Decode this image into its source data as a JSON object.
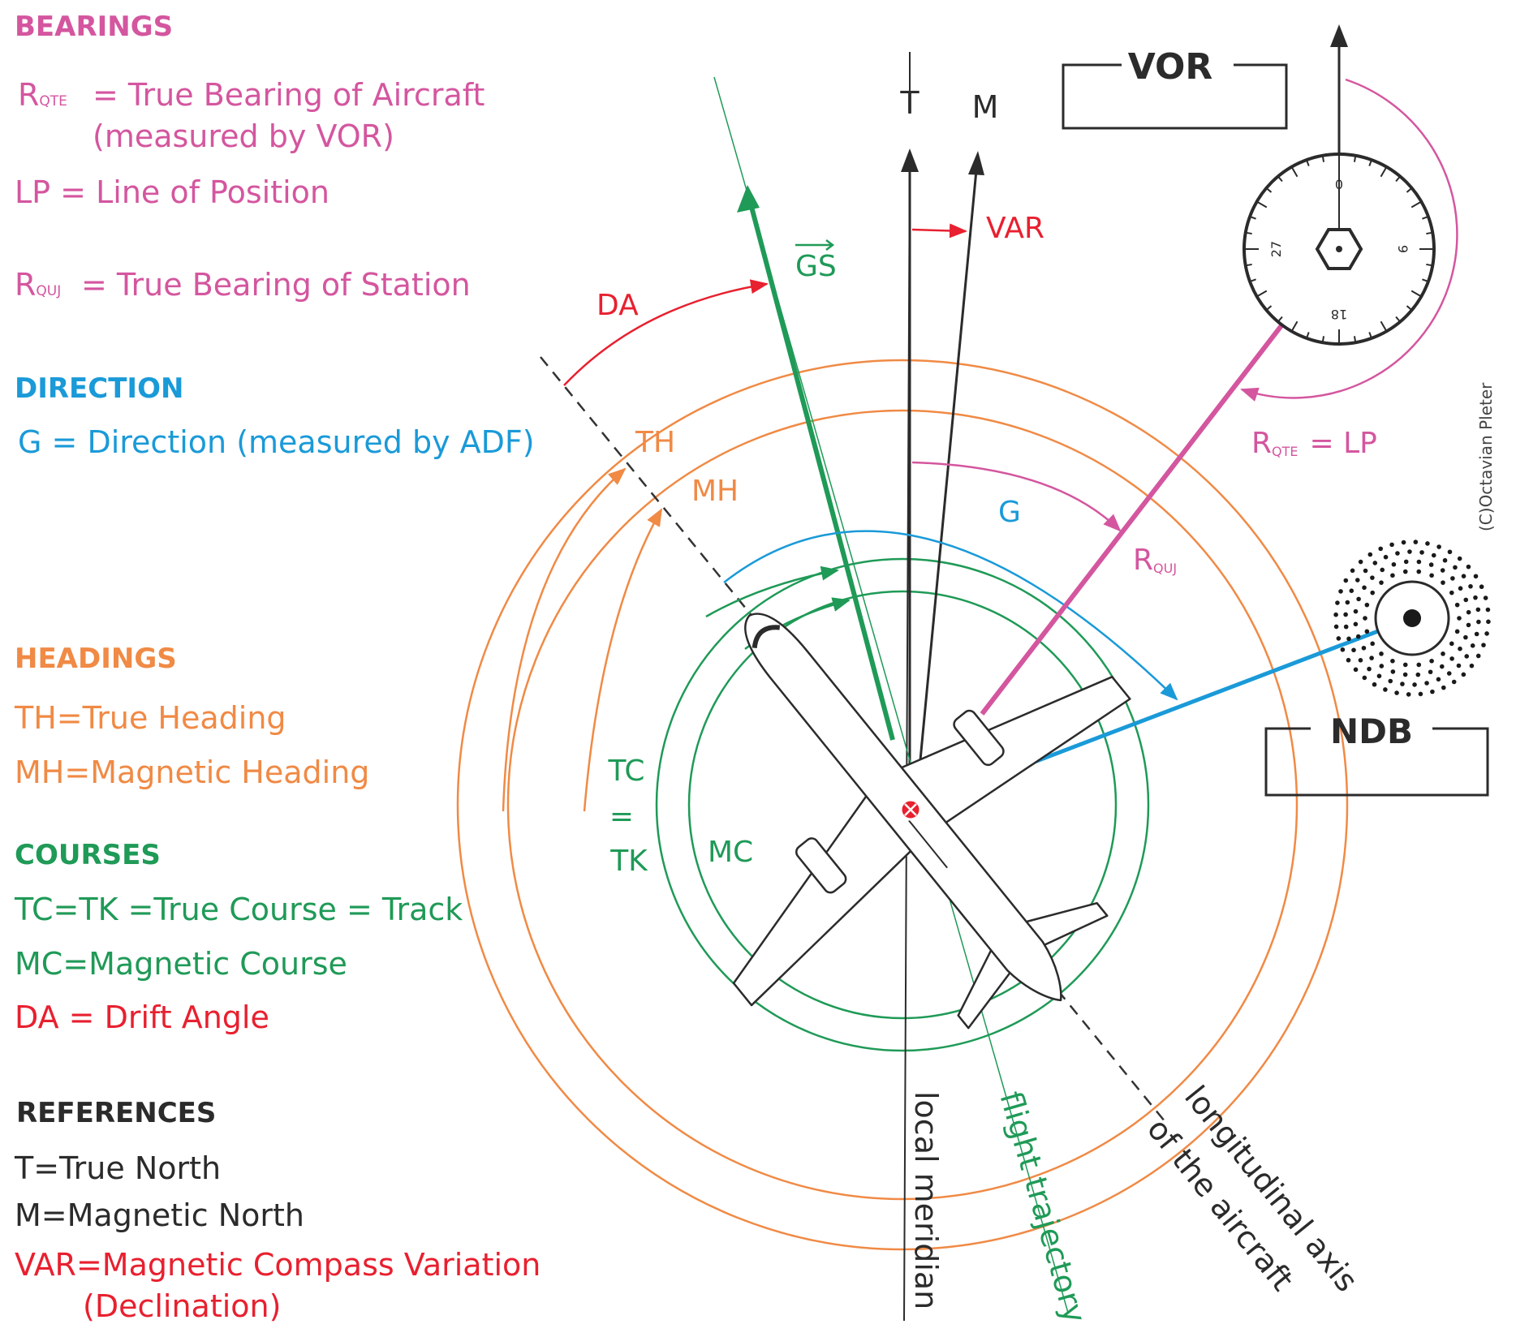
{
  "legend": {
    "bearings": {
      "heading": "BEARINGS",
      "rqte_main": "R",
      "rqte_sub": "QTE",
      "rqte_text": "= True Bearing of Aircraft",
      "rqte_text2": "(measured by VOR)",
      "lp": "LP = Line of Position",
      "rquj_main": "R",
      "rquj_sub": "QUJ",
      "rquj_text": "= True Bearing of Station"
    },
    "direction": {
      "heading": "DIRECTION",
      "g": "G = Direction (measured by ADF)"
    },
    "headings": {
      "heading": "HEADINGS",
      "th": "TH=True Heading",
      "mh": "MH=Magnetic Heading"
    },
    "courses": {
      "heading": "COURSES",
      "tc": "TC=TK =True Course = Track",
      "mc": "MC=Magnetic Course",
      "da": "DA = Drift Angle"
    },
    "references": {
      "heading": "REFERENCES",
      "t": "T=True North",
      "m": "M=Magnetic North",
      "var": "VAR=Magnetic Compass Variation",
      "var2": "(Declination)"
    }
  },
  "diagram": {
    "labels": {
      "t": "T",
      "m": "M",
      "var": "VAR",
      "gs": "GS",
      "da": "DA",
      "th": "TH",
      "mh": "MH",
      "g": "G",
      "rqte_main": "R",
      "rqte_sub": "QTE",
      "rqte_rest": "= LP",
      "rquj_main": "R",
      "rquj_sub": "QUJ",
      "tc": "TC",
      "tc_eq": "=",
      "tk": "TK",
      "mc": "MC",
      "local_meridian": "local meridian",
      "flight_trajectory": "flight trajectory",
      "longitudinal_axis": "longitudinal axis",
      "longitudinal_axis2": "of the aircraft",
      "copyright": "(C)Octavian Pleter"
    },
    "stations": {
      "vor": "VOR",
      "ndb": "NDB"
    },
    "vor_dial": {
      "n": "0",
      "e": "9",
      "s": "18",
      "w": "27"
    },
    "colors": {
      "bearings": "#d4569f",
      "direction": "#1a9ad8",
      "headings": "#f08a45",
      "courses": "#1f9a57",
      "drift": "#e8202f",
      "references": "#2b2b2b"
    }
  }
}
